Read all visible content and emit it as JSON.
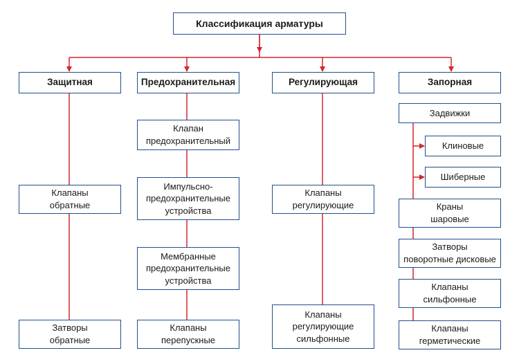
{
  "colors": {
    "box_border": "#1e4f8c",
    "connector": "#d3262e",
    "background": "#ffffff"
  },
  "root": {
    "label": "Классификация арматуры"
  },
  "columns": [
    {
      "header": "Защитная",
      "items": [
        "Клапаны\nобратные",
        "Затворы\nобратные"
      ]
    },
    {
      "header": "Предохранительная",
      "items": [
        "Клапан\nпредохранительный",
        "Импульсно-\nпредохранительные\nустройства",
        "Мембранные\nпредохранительные\nустройства",
        "Клапаны\nперепускные"
      ]
    },
    {
      "header": "Регулирующая",
      "items": [
        "Клапаны\nрегулирующие",
        "Клапаны\nрегулирующие\nсильфонные"
      ]
    },
    {
      "header": "Запорная",
      "items": [
        "Задвижки",
        "Краны\nшаровые",
        "Затворы\nповоротные дисковые",
        "Клапаны\nсильфонные",
        "Клапаны\nгерметические"
      ],
      "sub_items": [
        "Клиновые",
        "Шиберные"
      ]
    }
  ]
}
